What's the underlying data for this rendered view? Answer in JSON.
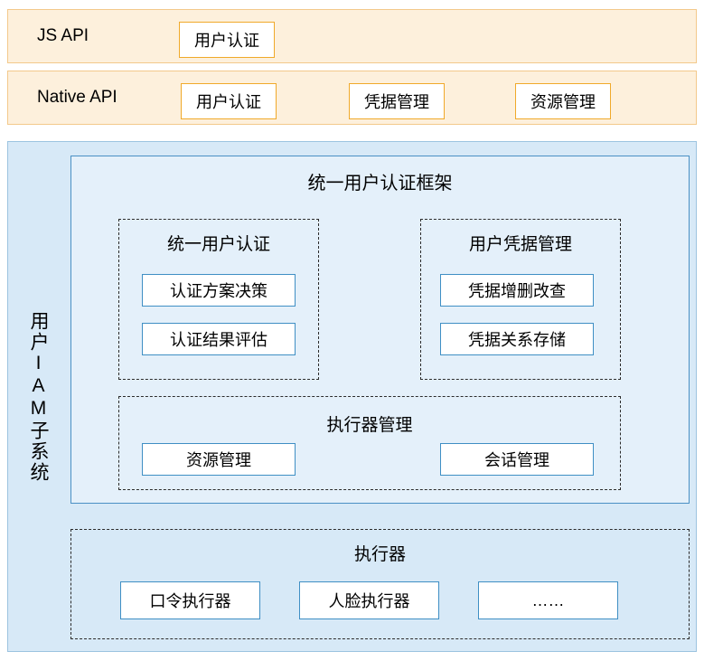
{
  "diagram": {
    "bands": {
      "js_api": {
        "label": "JS API",
        "chips": [
          "用户认证"
        ]
      },
      "native_api": {
        "label": "Native API",
        "chips": [
          "用户认证",
          "凭据管理",
          "资源管理"
        ]
      }
    },
    "subsystem": {
      "label": "用户IAM子系统",
      "framework": {
        "title": "统一用户认证框架",
        "groups": [
          {
            "title": "统一用户认证",
            "items": [
              "认证方案决策",
              "认证结果评估"
            ]
          },
          {
            "title": "用户凭据管理",
            "items": [
              "凭据增删改查",
              "凭据关系存储"
            ]
          },
          {
            "title": "执行器管理",
            "items": [
              "资源管理",
              "会话管理"
            ]
          }
        ]
      },
      "executor": {
        "title": "执行器",
        "items": [
          "口令执行器",
          "人脸执行器",
          "……"
        ]
      }
    },
    "colors": {
      "api_band_fill": "#fdf0dc",
      "api_band_border": "#f3c98b",
      "api_chip_border": "#f0a92a",
      "subsystem_fill": "#d7e9f7",
      "subsystem_border": "#9cc4e0",
      "framework_fill": "#e4f0fa",
      "framework_border": "#4a90c4",
      "box_border": "#3f8fc4",
      "dashed_border": "#2b2b2b"
    }
  }
}
